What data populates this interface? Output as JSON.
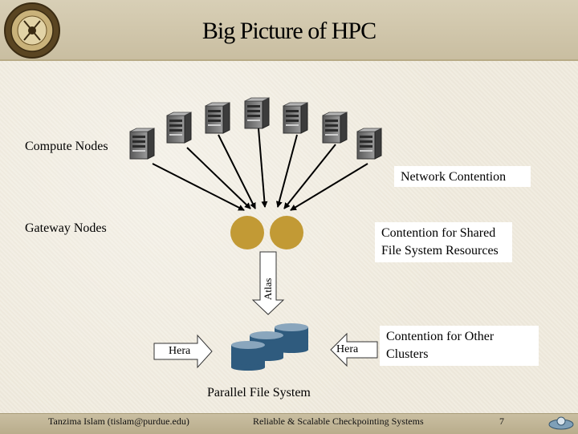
{
  "slide": {
    "title": "Big Picture of HPC"
  },
  "labels": {
    "compute_nodes": "Compute Nodes",
    "network_contention": "Network Contention",
    "gateway_nodes": "Gateway Nodes",
    "contention_shared_line1": "Contention for Shared",
    "contention_shared_line2": "File System Resources",
    "atlas": "Atlas",
    "hera_left": "Hera",
    "hera_right": "Hera",
    "contention_other_line1": "Contention for Other",
    "contention_other_line2": "Clusters",
    "parallel_fs": "Parallel File System"
  },
  "footer": {
    "author": "Tanzima Islam (tislam@purdue.edu)",
    "talk": "Reliable & Scalable Checkpointing Systems",
    "page": "7"
  },
  "colors": {
    "gateway_node": "#c29a35",
    "disk": "#2f5b7e",
    "disk_top": "#8aa6bd"
  },
  "icons": {
    "logo": "purdue-seal-icon",
    "compute": "server-tower-icon",
    "nav": "nav-icon"
  }
}
